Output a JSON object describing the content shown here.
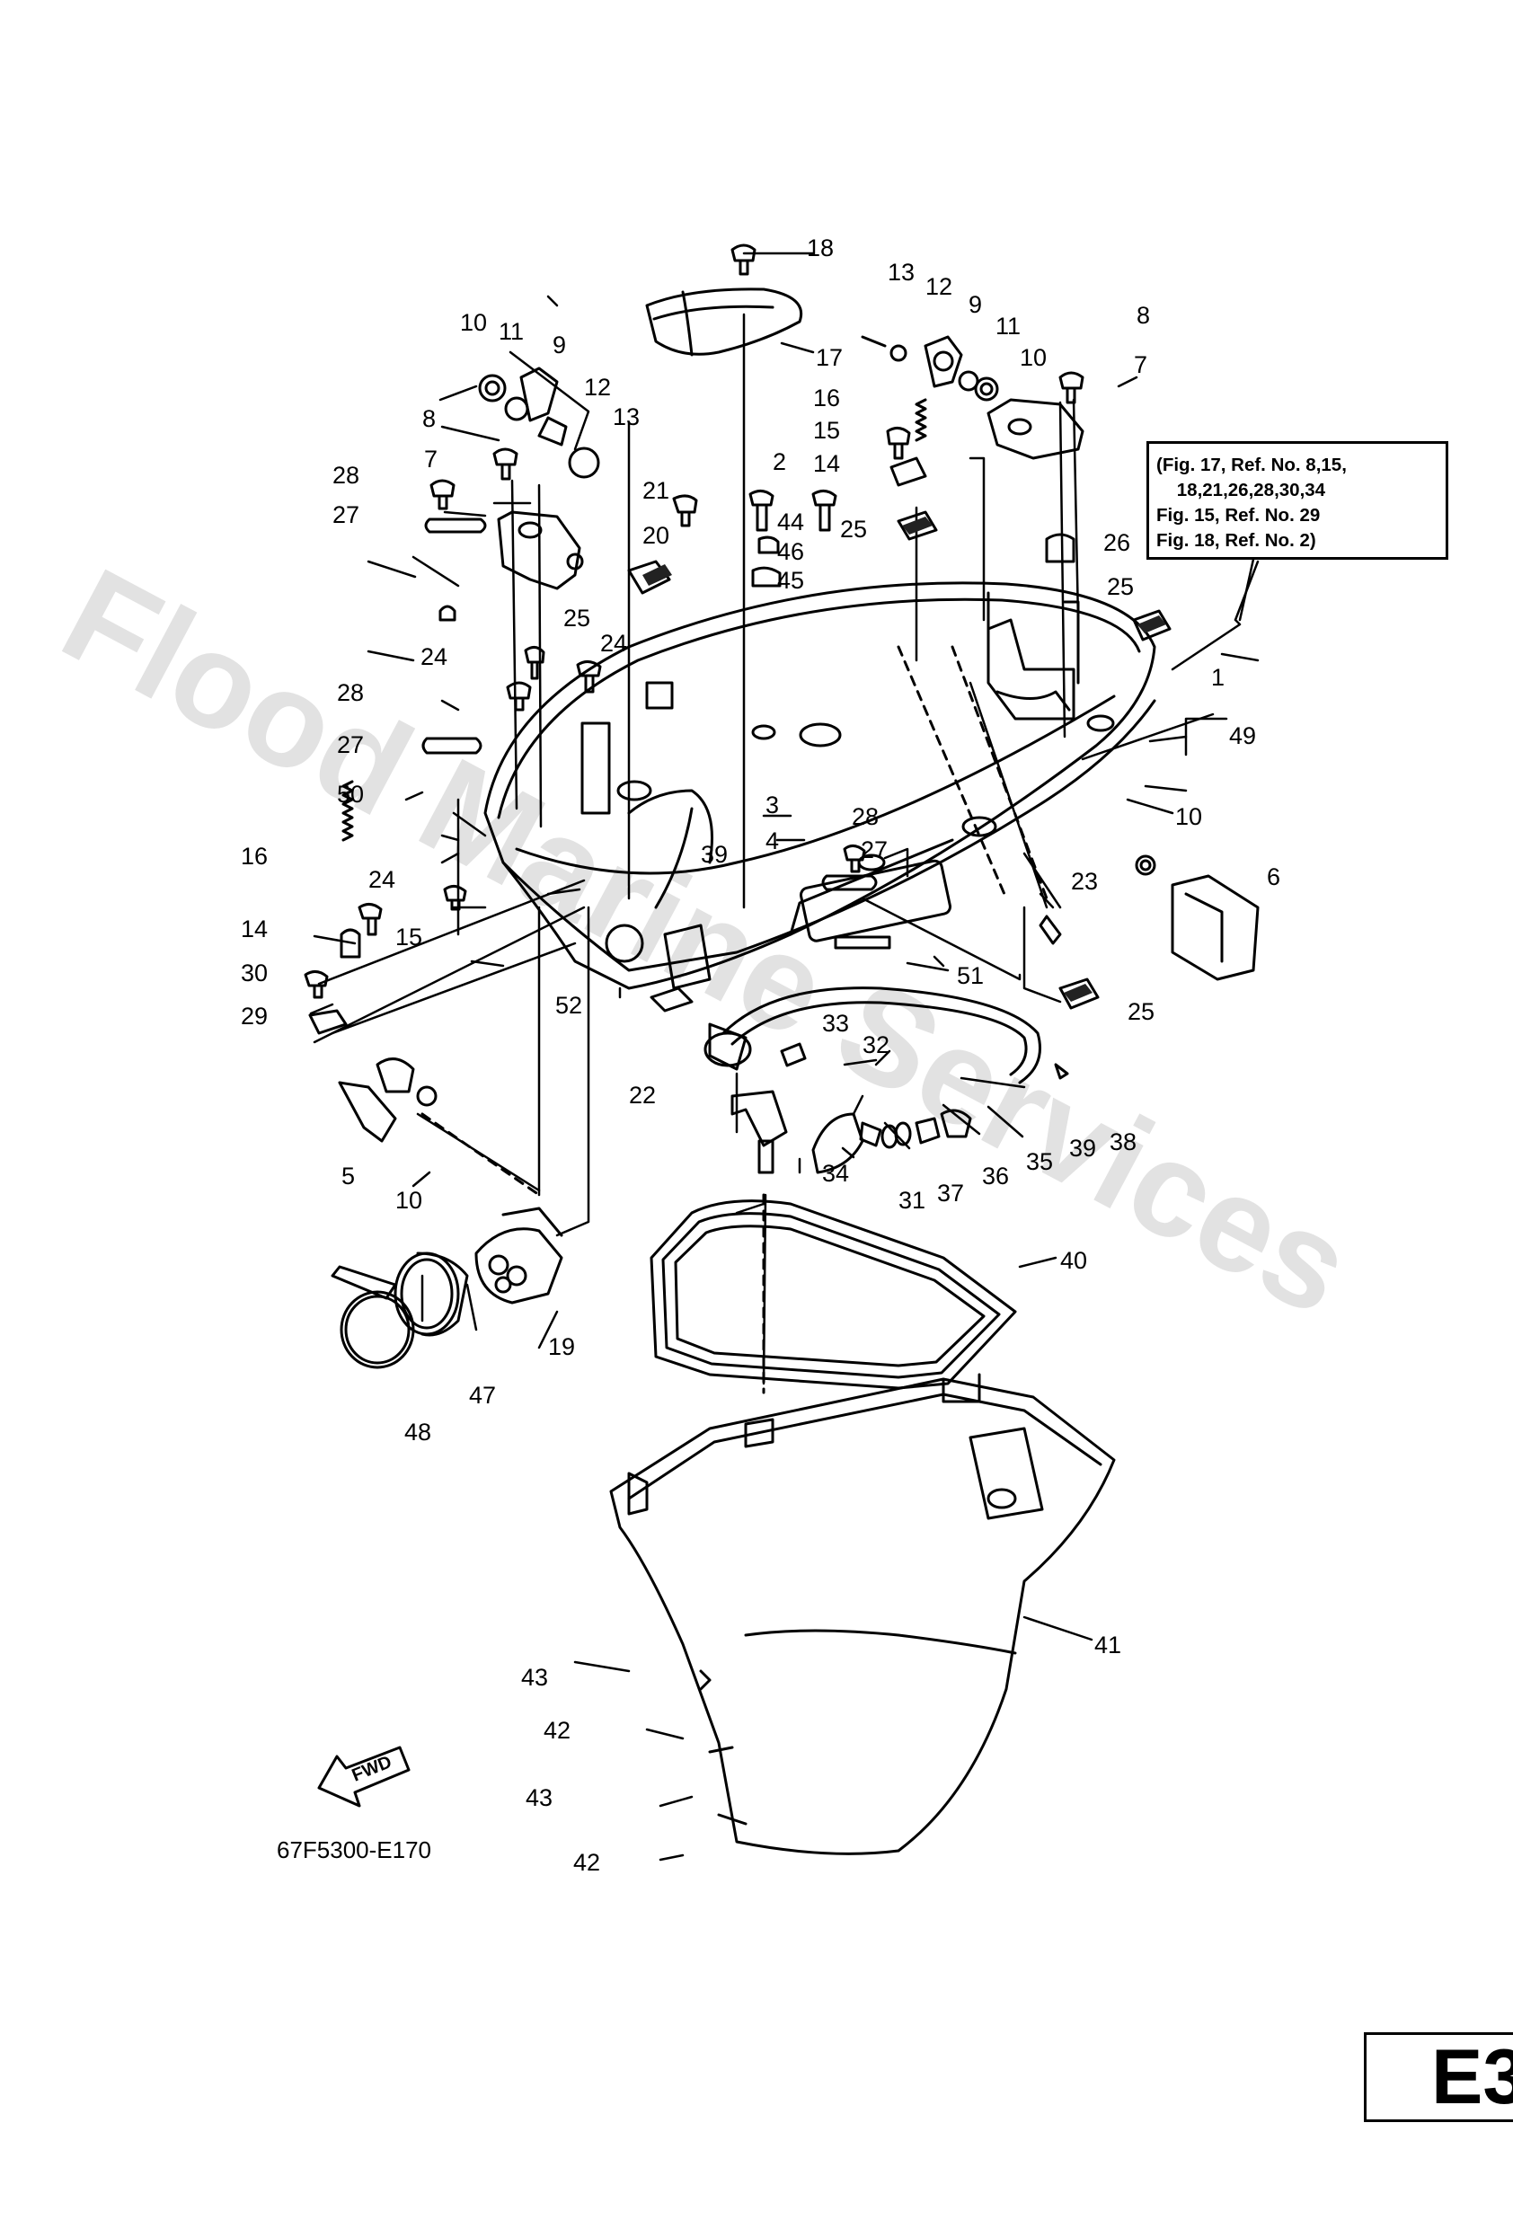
{
  "diagram": {
    "figure_code": "67F5300-E170",
    "watermark": "Flood Marine Services",
    "page_tag": "E3",
    "fwd_label": "FWD",
    "note_lines": [
      "(Fig. 17, Ref. No. 8,15,",
      "    18,21,26,28,30,34",
      "Fig. 15, Ref. No. 29",
      "Fig. 18, Ref. No. 2)"
    ],
    "callouts": [
      "1",
      "2",
      "3",
      "4",
      "5",
      "6",
      "7",
      "7",
      "8",
      "8",
      "9",
      "9",
      "10",
      "10",
      "10",
      "10",
      "11",
      "11",
      "12",
      "12",
      "13",
      "13",
      "14",
      "14",
      "15",
      "15",
      "16",
      "16",
      "17",
      "18",
      "19",
      "20",
      "21",
      "22",
      "23",
      "24",
      "24",
      "24",
      "25",
      "25",
      "25",
      "25",
      "26",
      "27",
      "27",
      "27",
      "28",
      "28",
      "28",
      "29",
      "30",
      "31",
      "32",
      "33",
      "34",
      "35",
      "36",
      "37",
      "38",
      "39",
      "39",
      "40",
      "41",
      "42",
      "42",
      "43",
      "43",
      "44",
      "45",
      "46",
      "47",
      "48",
      "49",
      "50",
      "51",
      "52"
    ]
  }
}
